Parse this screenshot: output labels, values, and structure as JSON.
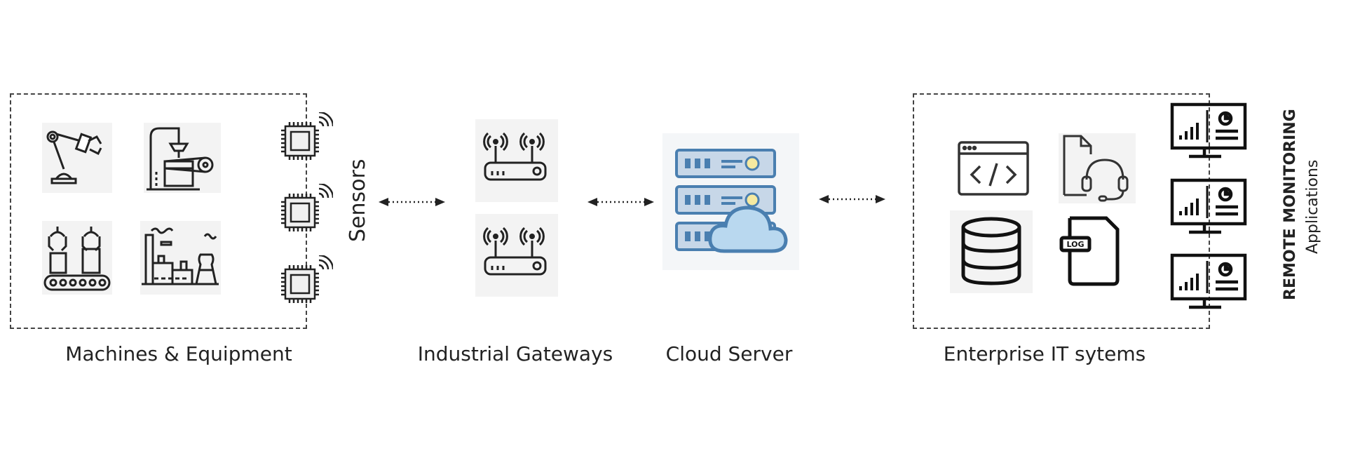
{
  "labels": {
    "machines": "Machines & Equipment",
    "sensors": "Sensors",
    "gateways": "Industrial Gateways",
    "cloud": "Cloud Server",
    "enterprise": "Enterprise IT sytems",
    "remote_monitoring": "REMOTE MONITORING",
    "applications": "Applications",
    "log_tag": "LOG"
  },
  "icons": {
    "machines": [
      "robot-arm-icon",
      "press-machine-icon",
      "conveyor-grippers-icon",
      "factory-icon"
    ],
    "sensors": [
      "sensor-chip-icon",
      "sensor-chip-icon",
      "sensor-chip-icon"
    ],
    "gateways": [
      "router-icon",
      "router-icon"
    ],
    "cloud": "cloud-server-icon",
    "enterprise": [
      "code-window-icon",
      "headset-document-icon",
      "database-icon",
      "log-file-icon"
    ],
    "monitoring": [
      "dashboard-monitor-icon",
      "dashboard-monitor-icon",
      "dashboard-monitor-icon"
    ]
  },
  "colors": {
    "line": "#222222",
    "server_blue": "#4a7fb0",
    "server_light": "#c7d7e8",
    "cloud_fill": "#b9d8ef",
    "light_yellow": "#f5e9a0"
  }
}
